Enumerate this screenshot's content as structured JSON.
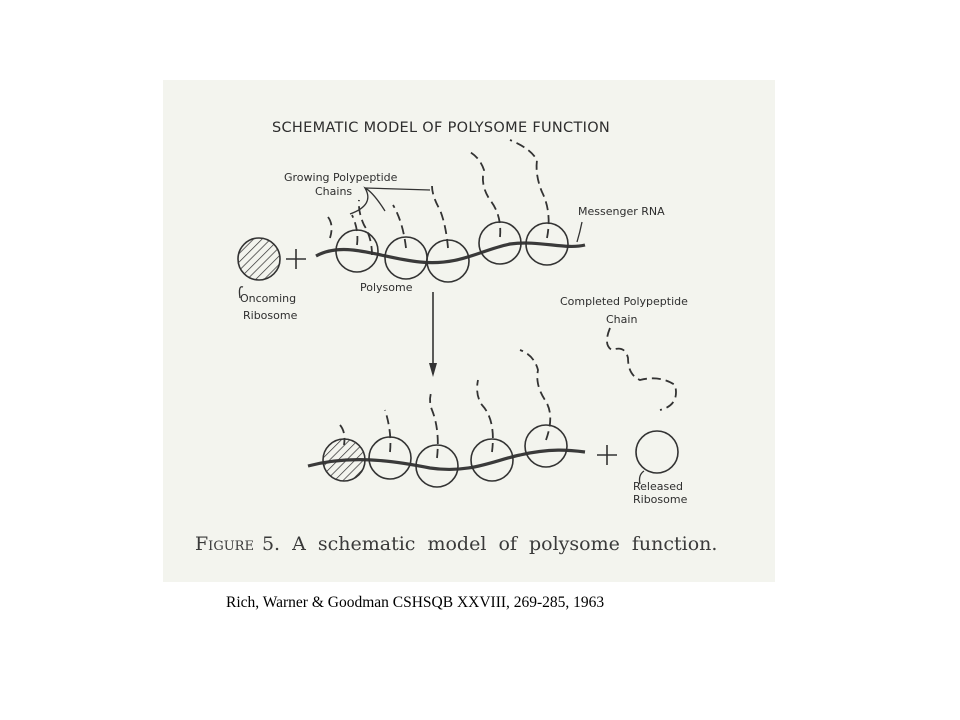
{
  "figure": {
    "title": "SCHEMATIC MODEL OF POLYSOME FUNCTION",
    "labels": {
      "growing_line1": "Growing Polypeptide",
      "growing_line2": "Chains",
      "messenger_rna": "Messenger RNA",
      "oncoming_line1": "Oncoming",
      "oncoming_line2": "Ribosome",
      "polysome": "Polysome",
      "completed_line1": "Completed Polypeptide",
      "completed_line2": "Chain",
      "released_line1": "Released",
      "released_line2": "Ribosome"
    },
    "caption_prefix": "Figure",
    "caption_text": "5. A schematic model of polysome function."
  },
  "citation": "Rich, Warner  & Goodman  CSHSQB XXVIII, 269-285, 1963",
  "colors": {
    "scan_background": "#f3f4ee",
    "ink": "#333333"
  }
}
